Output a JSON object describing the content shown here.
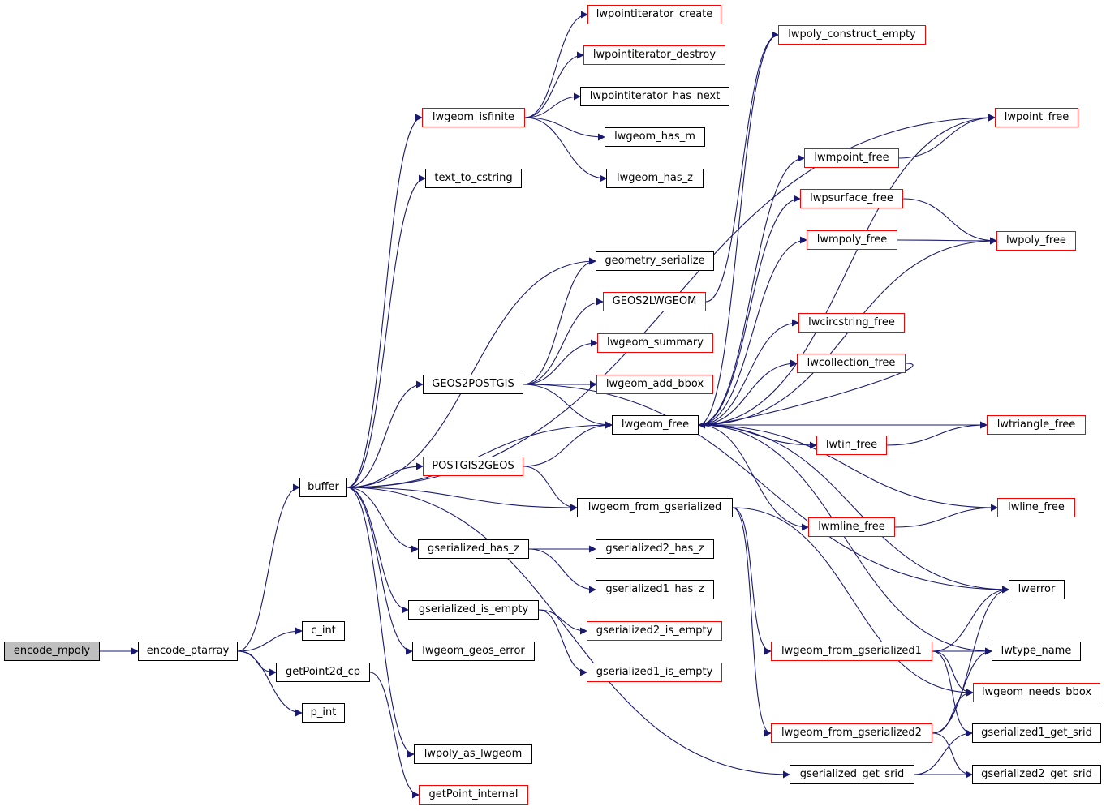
{
  "colors": {
    "edge": "#191970",
    "link_border": "#ff0000",
    "node_border": "#000000",
    "root_fill": "#bfbfbf"
  },
  "nodes": {
    "encode_mpoly": "encode_mpoly",
    "encode_ptarray": "encode_ptarray",
    "buffer": "buffer",
    "c_int": "c_int",
    "getPoint2d_cp": "getPoint2d_cp",
    "p_int": "p_int",
    "lwgeom_isfinite": "lwgeom_isfinite",
    "text_to_cstring": "text_to_cstring",
    "GEOS2POSTGIS": "GEOS2POSTGIS",
    "POSTGIS2GEOS": "POSTGIS2GEOS",
    "gserialized_has_z": "gserialized_has_z",
    "gserialized_is_empty": "gserialized_is_empty",
    "lwgeom_geos_error": "lwgeom_geos_error",
    "lwpoly_as_lwgeom": "lwpoly_as_lwgeom",
    "getPoint_internal": "getPoint_internal",
    "lwpointiterator_create": "lwpointiterator_create",
    "lwpointiterator_destroy": "lwpointiterator_destroy",
    "lwpointiterator_has_next": "lwpointiterator_has_next",
    "lwgeom_has_m": "lwgeom_has_m",
    "lwgeom_has_z": "lwgeom_has_z",
    "geometry_serialize": "geometry_serialize",
    "GEOS2LWGEOM": "GEOS2LWGEOM",
    "lwgeom_summary": "lwgeom_summary",
    "lwgeom_add_bbox": "lwgeom_add_bbox",
    "lwgeom_free": "lwgeom_free",
    "lwgeom_from_gserialized": "lwgeom_from_gserialized",
    "gserialized2_has_z": "gserialized2_has_z",
    "gserialized1_has_z": "gserialized1_has_z",
    "gserialized2_is_empty": "gserialized2_is_empty",
    "gserialized1_is_empty": "gserialized1_is_empty",
    "lwpoly_construct_empty": "lwpoly_construct_empty",
    "lwmpoint_free": "lwmpoint_free",
    "lwpsurface_free": "lwpsurface_free",
    "lwmpoly_free": "lwmpoly_free",
    "lwcircstring_free": "lwcircstring_free",
    "lwcollection_free": "lwcollection_free",
    "lwtin_free": "lwtin_free",
    "lwmline_free": "lwmline_free",
    "lwgeom_from_gserialized1": "lwgeom_from_gserialized1",
    "lwgeom_from_gserialized2": "lwgeom_from_gserialized2",
    "gserialized_get_srid": "gserialized_get_srid",
    "lwpoint_free": "lwpoint_free",
    "lwpoly_free": "lwpoly_free",
    "lwtriangle_free": "lwtriangle_free",
    "lwline_free": "lwline_free",
    "lwerror": "lwerror",
    "lwtype_name": "lwtype_name",
    "lwgeom_needs_bbox": "lwgeom_needs_bbox",
    "gserialized1_get_srid": "gserialized1_get_srid",
    "gserialized2_get_srid": "gserialized2_get_srid"
  },
  "edges": [
    [
      "encode_mpoly",
      "encode_ptarray"
    ],
    [
      "encode_ptarray",
      "buffer"
    ],
    [
      "encode_ptarray",
      "c_int"
    ],
    [
      "encode_ptarray",
      "getPoint2d_cp"
    ],
    [
      "encode_ptarray",
      "p_int"
    ],
    [
      "getPoint2d_cp",
      "getPoint_internal"
    ],
    [
      "buffer",
      "lwgeom_isfinite"
    ],
    [
      "buffer",
      "text_to_cstring"
    ],
    [
      "buffer",
      "geometry_serialize"
    ],
    [
      "buffer",
      "GEOS2POSTGIS"
    ],
    [
      "buffer",
      "lwgeom_free"
    ],
    [
      "buffer",
      "POSTGIS2GEOS"
    ],
    [
      "buffer",
      "lwgeom_from_gserialized"
    ],
    [
      "buffer",
      "gserialized_has_z"
    ],
    [
      "buffer",
      "gserialized_is_empty"
    ],
    [
      "buffer",
      "lwgeom_geos_error"
    ],
    [
      "buffer",
      "lwpoly_as_lwgeom"
    ],
    [
      "buffer",
      "gserialized_get_srid"
    ],
    [
      "buffer",
      "lwpoint_free"
    ],
    [
      "lwgeom_isfinite",
      "lwpointiterator_create"
    ],
    [
      "lwgeom_isfinite",
      "lwpointiterator_destroy"
    ],
    [
      "lwgeom_isfinite",
      "lwpointiterator_has_next"
    ],
    [
      "lwgeom_isfinite",
      "lwgeom_has_m"
    ],
    [
      "lwgeom_isfinite",
      "lwgeom_has_z"
    ],
    [
      "GEOS2POSTGIS",
      "geometry_serialize"
    ],
    [
      "GEOS2POSTGIS",
      "GEOS2LWGEOM"
    ],
    [
      "GEOS2POSTGIS",
      "lwgeom_summary"
    ],
    [
      "GEOS2POSTGIS",
      "lwgeom_add_bbox"
    ],
    [
      "GEOS2POSTGIS",
      "lwgeom_free"
    ],
    [
      "GEOS2POSTGIS",
      "lwerror"
    ],
    [
      "GEOS2LWGEOM",
      "lwpoly_construct_empty"
    ],
    [
      "POSTGIS2GEOS",
      "lwgeom_free"
    ],
    [
      "POSTGIS2GEOS",
      "lwgeom_from_gserialized"
    ],
    [
      "gserialized_has_z",
      "gserialized2_has_z"
    ],
    [
      "gserialized_has_z",
      "gserialized1_has_z"
    ],
    [
      "gserialized_is_empty",
      "gserialized2_is_empty"
    ],
    [
      "gserialized_is_empty",
      "gserialized1_is_empty"
    ],
    [
      "lwgeom_free",
      "lwpoly_construct_empty"
    ],
    [
      "lwgeom_free",
      "lwmpoint_free"
    ],
    [
      "lwgeom_free",
      "lwpsurface_free"
    ],
    [
      "lwgeom_free",
      "lwmpoly_free"
    ],
    [
      "lwgeom_free",
      "lwcircstring_free"
    ],
    [
      "lwgeom_free",
      "lwcollection_free"
    ],
    [
      "lwgeom_free",
      "lwtin_free"
    ],
    [
      "lwgeom_free",
      "lwmline_free"
    ],
    [
      "lwgeom_free",
      "lwpoint_free"
    ],
    [
      "lwgeom_free",
      "lwpoly_free"
    ],
    [
      "lwgeom_free",
      "lwtriangle_free"
    ],
    [
      "lwgeom_free",
      "lwline_free"
    ],
    [
      "lwgeom_free",
      "lwerror"
    ],
    [
      "lwgeom_free",
      "lwtype_name"
    ],
    [
      "lwcollection_free",
      "lwgeom_free"
    ],
    [
      "lwgeom_from_gserialized",
      "lwgeom_from_gserialized1"
    ],
    [
      "lwgeom_from_gserialized",
      "lwgeom_from_gserialized2"
    ],
    [
      "lwgeom_from_gserialized",
      "lwgeom_needs_bbox"
    ],
    [
      "lwmpoint_free",
      "lwpoint_free"
    ],
    [
      "lwpsurface_free",
      "lwpoly_free"
    ],
    [
      "lwmpoly_free",
      "lwpoly_free"
    ],
    [
      "lwtin_free",
      "lwtriangle_free"
    ],
    [
      "lwmline_free",
      "lwline_free"
    ],
    [
      "lwgeom_from_gserialized1",
      "lwerror"
    ],
    [
      "lwgeom_from_gserialized1",
      "lwtype_name"
    ],
    [
      "lwgeom_from_gserialized1",
      "lwgeom_needs_bbox"
    ],
    [
      "lwgeom_from_gserialized1",
      "gserialized1_get_srid"
    ],
    [
      "lwgeom_from_gserialized2",
      "lwerror"
    ],
    [
      "lwgeom_from_gserialized2",
      "lwtype_name"
    ],
    [
      "lwgeom_from_gserialized2",
      "lwgeom_needs_bbox"
    ],
    [
      "lwgeom_from_gserialized2",
      "gserialized2_get_srid"
    ],
    [
      "gserialized_get_srid",
      "gserialized1_get_srid"
    ],
    [
      "gserialized_get_srid",
      "gserialized2_get_srid"
    ]
  ]
}
